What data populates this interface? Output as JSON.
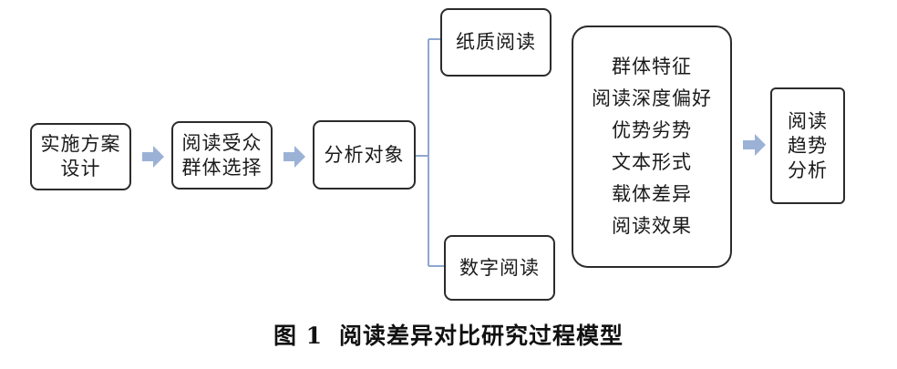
{
  "nodes": {
    "design": {
      "lines": [
        "实施方案",
        "设计"
      ]
    },
    "audience": {
      "lines": [
        "阅读受众",
        "群体选择"
      ]
    },
    "objects": {
      "lines": [
        "分析对象"
      ]
    },
    "paper": {
      "lines": [
        "纸质阅读"
      ]
    },
    "digital": {
      "lines": [
        "数字阅读"
      ]
    },
    "dimensions": {
      "lines": [
        "群体特征",
        "阅读深度偏好",
        "优势劣势",
        "文本形式",
        "载体差异",
        "阅读效果"
      ]
    },
    "trend": {
      "lines": [
        "阅读",
        "趋势",
        "分析"
      ]
    }
  },
  "colors": {
    "arrow": "#9bb2d6",
    "connector": "#8ea7cf",
    "border": "#2b2b2b"
  },
  "caption": {
    "number": "图 1",
    "title": "阅读差异对比研究过程模型"
  }
}
